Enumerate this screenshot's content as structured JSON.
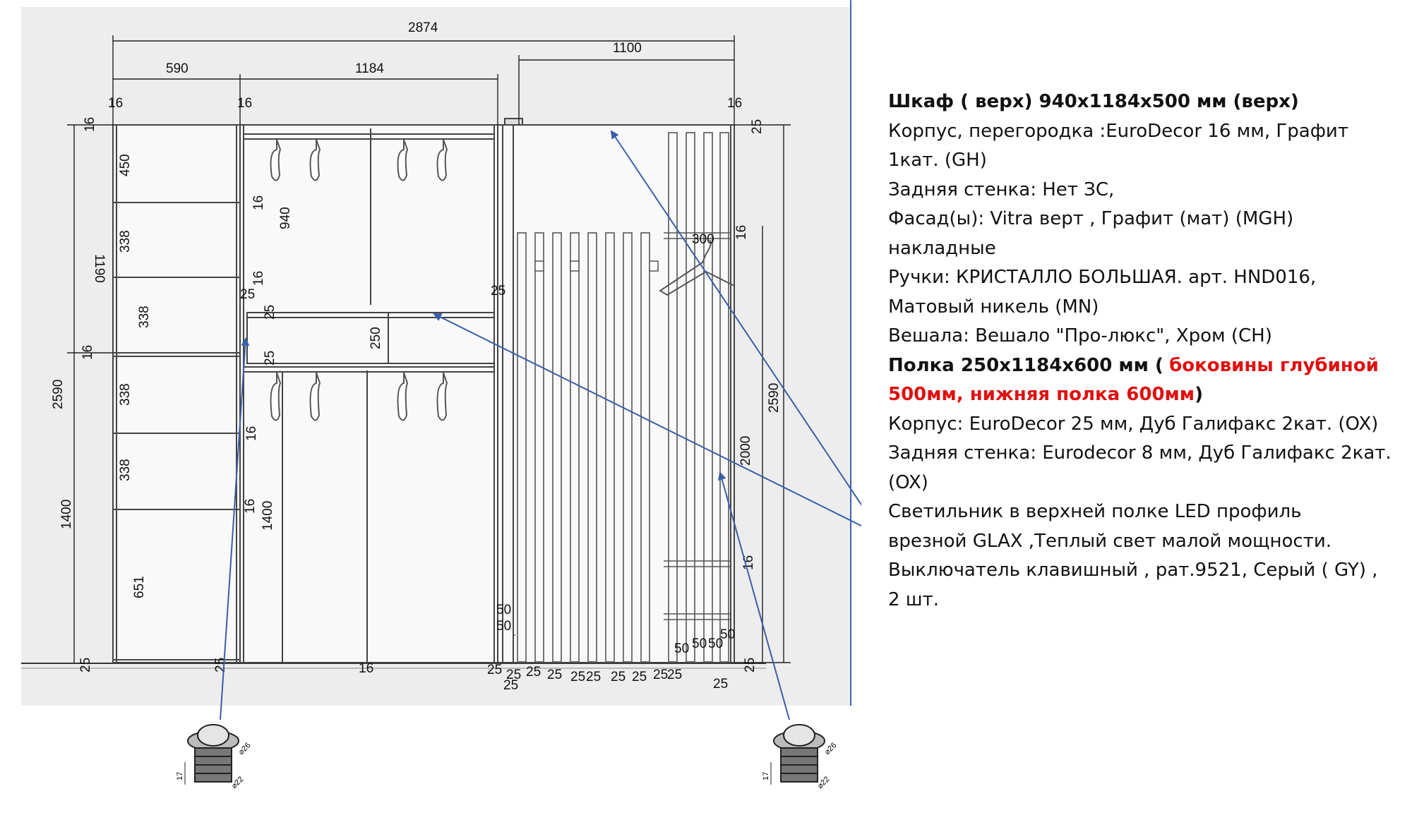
{
  "spec": {
    "title": "Шкаф ( верх) 940х1184х500 мм (верх)",
    "lines_1": [
      "Корпус, перегородка :EuroDecor 16 мм, Графит",
      "1кат. (GH)",
      "Задняя стенка: Нет ЗС,",
      "Фасад(ы): Vitra верт , Графит (мат) (MGH)",
      "накладные",
      "Ручки: КРИСТАЛЛО БОЛЬШАЯ. арт. HND016,",
      "Матовый никель (MN)",
      "Вешала: Вешало \"Про-люкс\", Хром (CH)"
    ],
    "shelf_title": "Полка 250х1184х600 мм (",
    "shelf_red_1": "боковины глубиной",
    "shelf_red_2": "500мм, нижняя полка 600мм",
    "shelf_close": ")",
    "lines_2": [
      "Корпус: EuroDecor 25 мм, Дуб Галифакс 2кат. (OX)",
      "Задняя стенка: Eurodecor 8 мм, Дуб Галифакс 2кат.",
      "(OX)",
      "Светильник в верхней полке LED профиль",
      "врезной GLAX ,Теплый свет малой мощности.",
      "Выключатель клавишный , рат.9521, Серый ( GY) ,",
      "2 шт."
    ]
  },
  "dimensions": {
    "total_width": "2874",
    "width_590": "590",
    "width_1184": "1184",
    "width_1100": "1100",
    "height_total_left": "2590",
    "height_total_right": "2590",
    "h_1190": "1190",
    "h_1400_left": "1400",
    "h_1400_mid": "1400",
    "h_940": "940",
    "h_450": "450",
    "h_338_a": "338",
    "h_338_b": "338",
    "h_338_c": "338",
    "h_338_d": "338",
    "h_651": "651",
    "h_250": "250",
    "h_300": "300",
    "h_2000": "2000",
    "t16": "16",
    "t25": "25",
    "t50": "50"
  },
  "detail": {
    "d26": "⌀26",
    "d22": "⌀22",
    "h17": "17"
  },
  "colors": {
    "arrow": "#3a5fa8",
    "divider": "#3d64b0",
    "drawing_bg": "#ededed",
    "line": "#333333"
  }
}
